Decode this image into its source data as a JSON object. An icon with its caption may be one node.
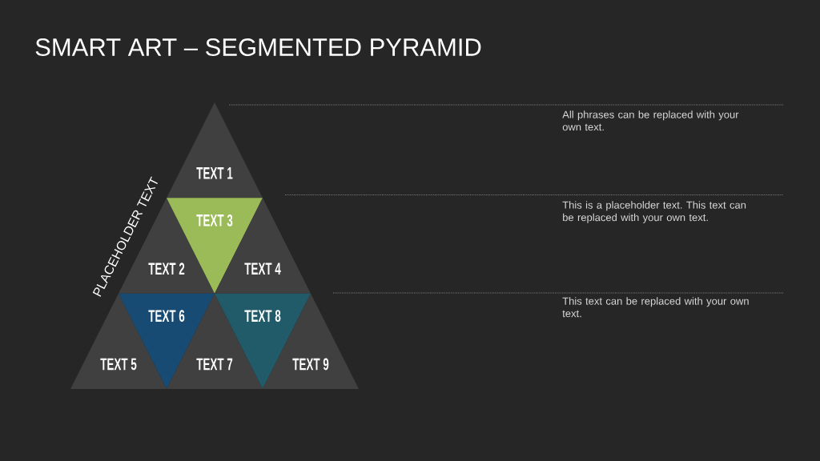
{
  "diagram": {
    "title": "SMART ART – SEGMENTED PYRAMID",
    "nodes": [
      {
        "text": [
          "TEXT 1"
        ]
      },
      {
        "text": [
          "TEXT 2"
        ]
      },
      {
        "text": [
          "TEXT 3"
        ]
      },
      {
        "text": [
          "TEXT 4"
        ]
      },
      {
        "text": [
          "TEXT 5"
        ]
      },
      {
        "text": [
          "TEXT 6"
        ]
      },
      {
        "text": [
          "TEXT 7"
        ]
      },
      {
        "text": [
          "TEXT 8"
        ]
      },
      {
        "text": [
          "TEXT 9"
        ]
      }
    ],
    "labels": [
      "PLACEHOLDER TEXT",
      "All phrases can be replaced with your own text.",
      "This is a placeholder text. This text can be replaced with your own text.",
      "This text can be replaced with your own text."
    ]
  }
}
